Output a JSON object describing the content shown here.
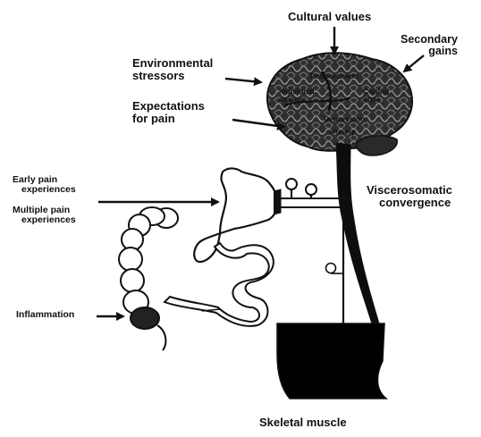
{
  "labels": {
    "cultural_values": "Cultural values",
    "secondary_gains_line1": "Secondary",
    "secondary_gains_line2": "gains",
    "environmental_line1": "Environmental",
    "environmental_line2": "stressors",
    "expectations_line1": "Expectations",
    "expectations_line2": "for pain",
    "early_line1": "Early pain",
    "early_line2": "experiences",
    "multiple_line1": "Multiple pain",
    "multiple_line2": "experiences",
    "visceroso_line1": "Viscerosomatic",
    "visceroso_line2": "convergence",
    "inflammation": "Inflammation",
    "skeletal_muscle": "Skeletal muscle"
  },
  "brain_labels": {
    "temperament": "Temperament",
    "individual_line1": "Individual",
    "individual_line2": "anxiety",
    "coping_line1": "Coping",
    "coping_line2": "style",
    "depression": "Depression",
    "anxiety_state": "anxiety"
  },
  "colors": {
    "ink": "#111111",
    "brain_fill": "#3a3a3a",
    "organ_fill": "#ffffff",
    "muscle_fill": "#000000"
  }
}
